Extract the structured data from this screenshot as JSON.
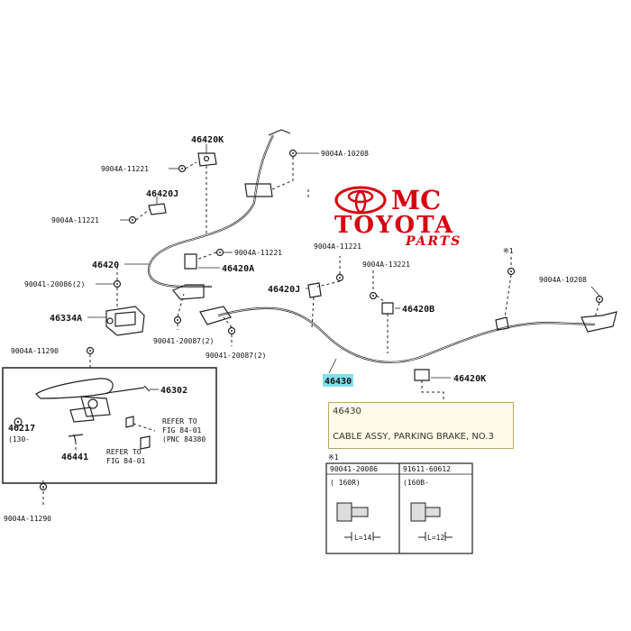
{
  "logo": {
    "line1": "MC",
    "line2": "TOYOTA",
    "line3": "PARTS",
    "color": "#d6000f"
  },
  "labels": {
    "l46420K_top": "46420K",
    "l9004A_10208_top": "9004A-10208",
    "l9004A_11221_a": "9004A-11221",
    "l46420J_left": "46420J",
    "l9004A_11221_b": "9004A-11221",
    "l9004A_11221_c": "9004A-11221",
    "l46420": "46420",
    "l46420A": "46420A",
    "l90041_20086_2": "90041-20086(2)",
    "l46334A": "46334A",
    "l90041_20087_2a": "90041-20087(2)",
    "l90041_20087_2b": "90041-20087(2)",
    "l9004A_11221_d": "9004A-11221",
    "l9004A_13221": "9004A-13221",
    "l46420J_mid": "46420J",
    "l46420B": "46420B",
    "l9004A_11290_a": "9004A-11290",
    "l46430": "46430",
    "l46420K_right": "46420K",
    "l9004A_10208_right": "9004A-10208",
    "l_x1": "※1",
    "l46302": "46302",
    "l46217": "46217",
    "l130": "(130-",
    "l46441": "46441",
    "refer1a": "REFER TO",
    "refer1b": "FIG 84-01",
    "refer1c": "(PNC 84380",
    "refer2a": "REFER TO",
    "refer2b": "FIG 84-01",
    "l9004A_11290_b": "9004A-11290"
  },
  "tooltip": {
    "code": "46430",
    "name": "CABLE ASSY, PARKING BRAKE, NO.3"
  },
  "table": {
    "marker": "※1",
    "col1_part": "90041-20086",
    "col1_spec": "(    160R)",
    "col1_len": "L=14",
    "col2_part": "91611-60612",
    "col2_spec": "(160B-",
    "col2_len": "L=12"
  }
}
